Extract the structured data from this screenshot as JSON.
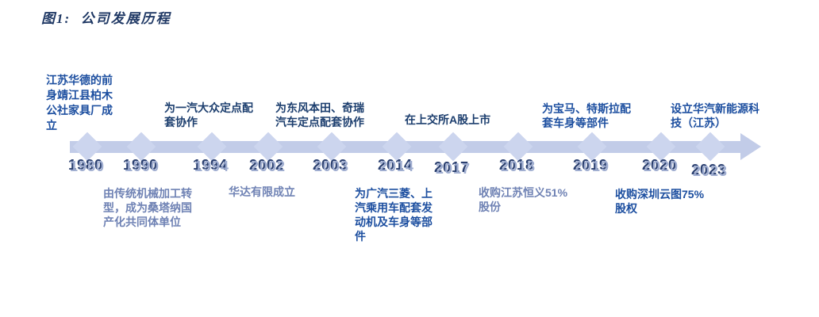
{
  "figure": {
    "caption": "图1:  公司发展历程"
  },
  "colors": {
    "title": "#1f3864",
    "timeline_bar": "#c2cce8",
    "diamond": "#ccd5ee",
    "year_fill": "#9fadd0",
    "year_shadow": "#2a3f6f",
    "label_navy": "#1c3e6e",
    "label_blue": "#1d4fa0",
    "label_slate": "#6f82b4"
  },
  "timeline": {
    "milestones": [
      {
        "year": "1980",
        "side": "top",
        "event": "江苏华德的前\n身靖江县柏木\n公社家具厂成\n立"
      },
      {
        "year": "1990",
        "side": "bottom",
        "event": "由传统机械加工转\n型，成为桑塔纳国\n产化共同体单位"
      },
      {
        "year": "1994",
        "side": "top",
        "event": "为一汽大众定点配\n套协作"
      },
      {
        "year": "2002",
        "side": "bottom",
        "event": "华达有限成立"
      },
      {
        "year": "2003",
        "side": "top",
        "event": "为东风本田、奇瑞\n汽车定点配套协作"
      },
      {
        "year": "2014",
        "side": "bottom",
        "event": "为广汽三菱、上\n汽乘用车配套发\n动机及车身等部\n件"
      },
      {
        "year": "2017",
        "side": "top",
        "event": "在上交所A股上市"
      },
      {
        "year": "2018",
        "side": "bottom",
        "event": "收购江苏恒义51%\n股份"
      },
      {
        "year": "2019",
        "side": "top",
        "event": "为宝马、特斯拉配\n套车身等部件"
      },
      {
        "year": "2020",
        "side": "bottom",
        "event": "收购深圳云图75%\n股权"
      },
      {
        "year": "2023",
        "side": "top",
        "event": "设立华汽新能源科\n技（江苏）"
      }
    ]
  }
}
